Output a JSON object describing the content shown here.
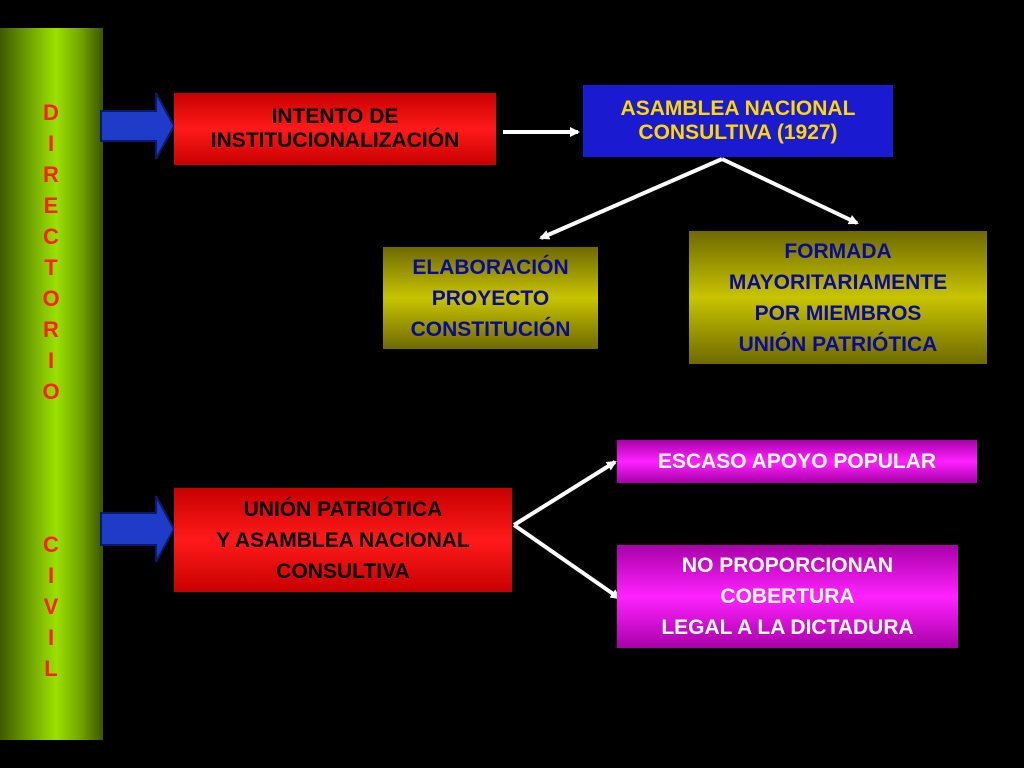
{
  "sidebar": {
    "top_word": "DIRECTORIO",
    "bottom_word": "CIVIL"
  },
  "boxes": {
    "intento": "INTENTO DE\nINSTITUCIONALIZACIÓN",
    "asamblea": "ASAMBLEA NACIONAL\nCONSULTIVA (1927)",
    "elaboracion": "ELABORACIÓN\nPROYECTO\nCONSTITUCIÓN",
    "formada": "FORMADA\nMAYORITARIAMENTE\nPOR  MIEMBROS\nUNIÓN PATRIÓTICA",
    "union": "UNIÓN PATRIÓTICA\nY ASAMBLEA NACIONAL\nCONSULTIVA",
    "escaso": "ESCASO APOYO POPULAR",
    "no_proporcionan": "NO PROPORCIONAN\nCOBERTURA\nLEGAL A LA DICTADURA"
  },
  "colors": {
    "sidebar_green": "#8ccc00",
    "red_box": "#ff1a1a",
    "blue_box": "#1a1ad0",
    "yellow_box": "#c8c400",
    "magenta_box": "#ff22ff",
    "arrow_blue": "#1e3cc8"
  }
}
